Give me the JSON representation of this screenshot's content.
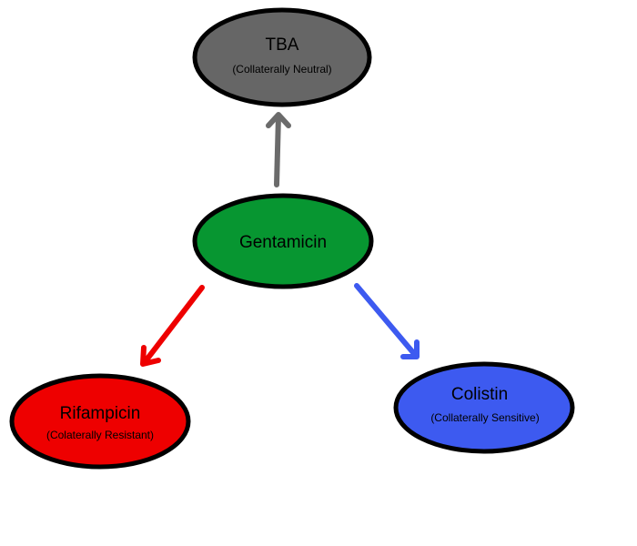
{
  "diagram": {
    "center": {
      "label": "Gentamicin",
      "color": "#079631"
    },
    "nodes": [
      {
        "id": "tba",
        "label": "TBA",
        "sublabel": "(Collaterally Neutral)",
        "color": "#666666",
        "arrow_color": "#6b6b6b"
      },
      {
        "id": "rifampicin",
        "label": "Rifampicin",
        "sublabel": "(Colaterally Resistant)",
        "color": "#ee0000",
        "arrow_color": "#ee0000"
      },
      {
        "id": "colistin",
        "label": "Colistin",
        "sublabel": "(Collaterally Sensitive)",
        "color": "#3d5af0",
        "arrow_color": "#3d5af0"
      }
    ],
    "edges": [
      {
        "from": "gentamicin",
        "to": "tba"
      },
      {
        "from": "gentamicin",
        "to": "rifampicin"
      },
      {
        "from": "gentamicin",
        "to": "colistin"
      }
    ]
  }
}
